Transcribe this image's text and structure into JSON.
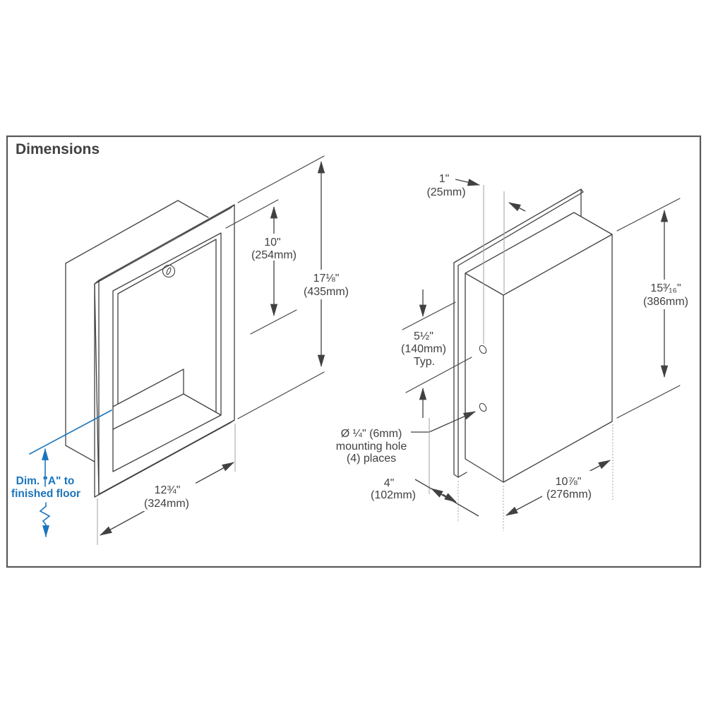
{
  "title": "Dimensions",
  "colors": {
    "line": "#414042",
    "extension_line": "#a6a8ab",
    "accent_blue": "#1b75bc"
  },
  "front_view": {
    "door_height_in": "10\"",
    "door_height_mm": "(254mm)",
    "overall_height_in": "17⅛\"",
    "overall_height_mm": "(435mm)",
    "width_in": "12¾\"",
    "width_mm": "(324mm)",
    "floor_note_line1": "Dim. \"A\" to",
    "floor_note_line2": "finished floor"
  },
  "rear_view": {
    "edge_offset_in": "1\"",
    "edge_offset_mm": "(25mm)",
    "hole_spacing_in": "5½\"",
    "hole_spacing_mm": "(140mm)",
    "hole_spacing_suffix": "Typ.",
    "mounting_hole_line1": "Ø ¼\" (6mm)",
    "mounting_hole_line2": "mounting hole",
    "mounting_hole_line3": "(4) places",
    "recess_depth_in": "4\"",
    "recess_depth_mm": "(102mm)",
    "cabinet_height_in": "15³⁄₁₆\"",
    "cabinet_height_mm": "(386mm)",
    "cabinet_width_in": "10⅞\"",
    "cabinet_width_mm": "(276mm)"
  }
}
